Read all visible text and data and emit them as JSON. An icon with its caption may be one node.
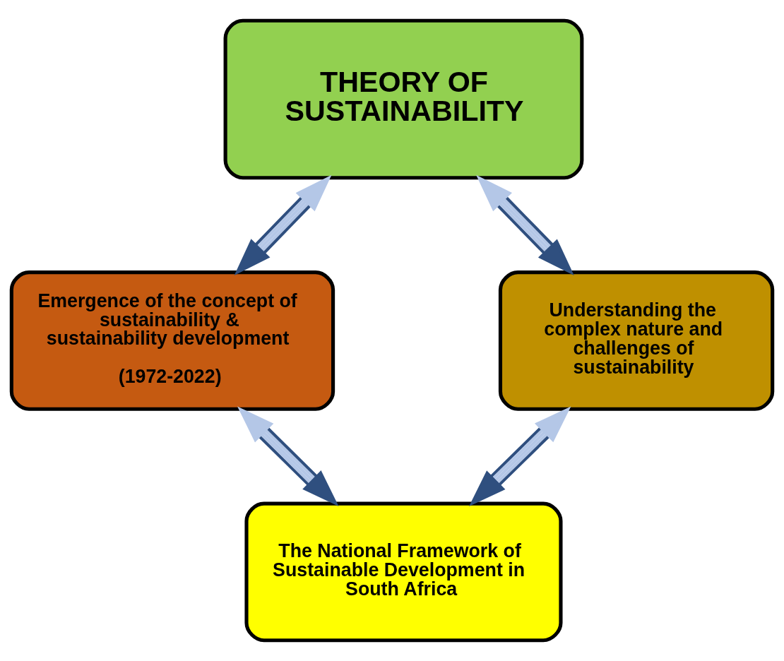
{
  "diagram": {
    "nodes": [
      {
        "text": [
          "THEORY OF SUSTAINABILITY"
        ]
      },
      {
        "text": [
          "Emergence of the concept of sustainability & sustainability development",
          "(1972-2022)"
        ]
      },
      {
        "text": [
          "Understanding the complex nature and challenges of sustainability"
        ]
      },
      {
        "text": [
          "The National Framework of Sustainable Development in South Africa"
        ]
      }
    ],
    "edges": [
      {
        "from": 0,
        "to": 1,
        "arrow": "both"
      },
      {
        "from": 0,
        "to": 2,
        "arrow": "both"
      },
      {
        "from": 1,
        "to": 3,
        "arrow": "both"
      },
      {
        "from": 2,
        "to": 3,
        "arrow": "both"
      }
    ]
  }
}
